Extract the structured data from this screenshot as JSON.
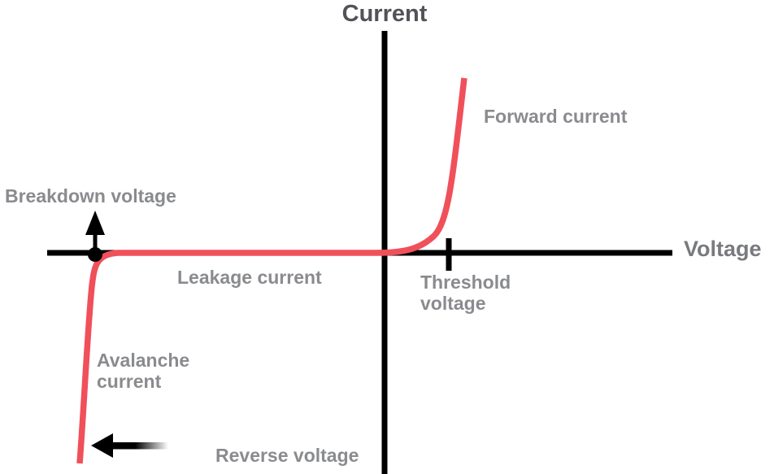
{
  "diagram": {
    "type": "diode-iv-characteristic-curve",
    "background": "#ffffff",
    "colors": {
      "curve": "#f0505a",
      "axis": "#000000",
      "current_title": "#515358",
      "voltage_title": "#797a7e",
      "annotation": "#8a8b8e"
    },
    "axes": {
      "y_title": "Current",
      "x_title": "Voltage"
    },
    "annotations": {
      "forward_current": "Forward current",
      "breakdown_voltage": "Breakdown voltage",
      "leakage_current": "Leakage current",
      "threshold_voltage": "Threshold\nvoltage",
      "avalanche_current": "Avalanche\ncurrent",
      "reverse_voltage": "Reverse voltage"
    },
    "markers": {
      "breakdown_marker": "dot-with-up-arrow",
      "threshold_marker": "axis-tick",
      "avalanche_marker": "fading-left-arrow"
    }
  }
}
